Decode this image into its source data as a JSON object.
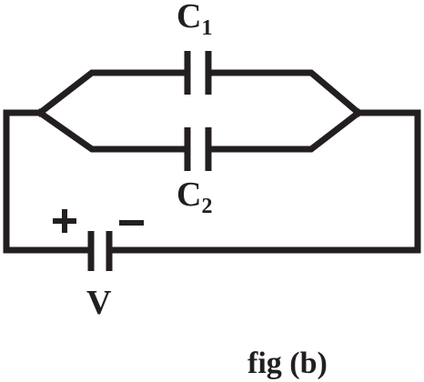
{
  "components": {
    "capacitor_top": {
      "letter": "C",
      "subscript": "1"
    },
    "capacitor_bottom": {
      "letter": "C",
      "subscript": "2"
    },
    "battery": {
      "label": "V",
      "positive_symbol": "+",
      "negative_symbol": "−"
    }
  },
  "caption": "fig (b)",
  "colors": {
    "ink": "#231f20",
    "background": "#ffffff"
  }
}
